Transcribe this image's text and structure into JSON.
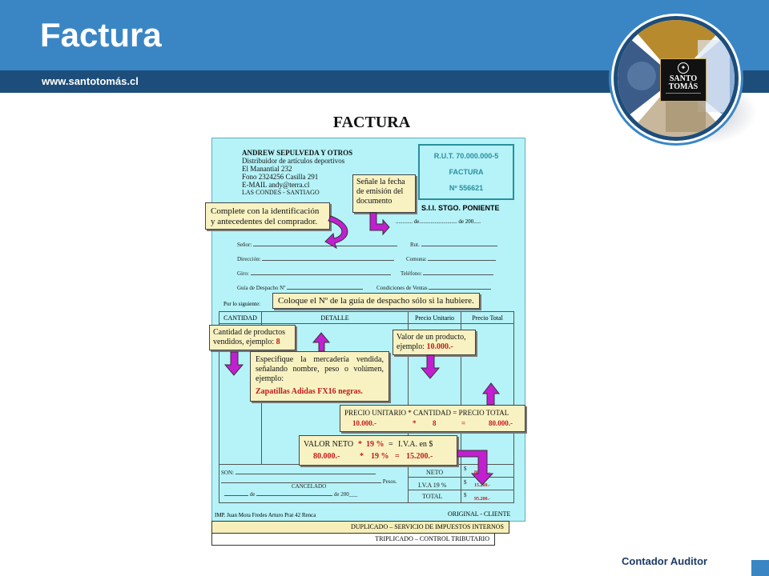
{
  "slide": {
    "title": "Factura",
    "website": "www.santotomás.cl",
    "footer": "Contador Auditor",
    "logo_text": "SANTO TOMÁS"
  },
  "document": {
    "heading": "FACTURA",
    "issuer": {
      "name": "ANDREW SEPULVEDA Y OTROS",
      "line1": "Distribuidor de artículos deportivos",
      "line2": "El Manantial 232",
      "line3": "Fono 2324256    Casilla 291",
      "line4": "E-MAIL  andy@terra.cl",
      "line5": "LAS CONDES - SANTIAGO"
    },
    "rut_box": {
      "rut": "R.U.T. 70.000.000-5",
      "type": "FACTURA",
      "number": "Nº 556621"
    },
    "sii": "S.I.I.   STGO. PONIENTE",
    "date_line": "............ de........................... de 200.....",
    "fields": {
      "senor": "Señor:",
      "rut": "Rut.",
      "direccion": "Dirección:",
      "comuna": "Comuna:",
      "giro": "Giro:",
      "telefono": "Teléfono:",
      "guia": "Guía de Despacho   Nº",
      "condiciones": "Condiciones de Ventas"
    },
    "por_lo_siguiente": "Por lo siguiente:",
    "columns": [
      "CANTIDAD",
      "DETALLE",
      "Precio Unitario",
      "Precio Total"
    ],
    "son": "SON:",
    "pesos": "Pesos.",
    "cancelado": "CANCELADO",
    "de1": "de",
    "de2": "de  200___",
    "totals": {
      "neto": "NETO",
      "iva": "I.V.A 19 %",
      "total": "TOTAL",
      "currency": "$",
      "neto_val": "80.000.-",
      "iva_val": "15.200.-",
      "total_val": "95.200.-"
    },
    "imp": "IMP. Juan Mora  Fredes   Arturo  Prat 42 Renca",
    "original": "ORIGINAL - CLIENTE",
    "duplicado": "DUPLICADO – SERVICIO DE IMPUESTOS INTERNOS",
    "triplicado": "TRIPLICADO – CONTROL TRIBUTARIO"
  },
  "callouts": {
    "fecha": "Señale la fecha de emisión del documento",
    "comprador": "Complete con la identificación y antecedentes del comprador.",
    "guia": "Coloque el Nº de la guía de despacho sólo si la hubiere.",
    "cantidad_text": "Cantidad de productos vendidos, ejemplo:",
    "cantidad_val": "8",
    "valor_text": "Valor de un producto, ejemplo:",
    "valor_val": "10.000.-",
    "detalle_text": "Especifique la mercadería vendida, señalando nombre, peso o volúmen, ejemplo:",
    "detalle_val": "Zapatillas Adidas FX16 negras.",
    "precio_formula": "PRECIO UNITARIO *    CANTIDAD   =   PRECIO  TOTAL",
    "precio_v1": "10.000.-",
    "precio_op1": "*",
    "precio_v2": "8",
    "precio_op2": "=",
    "precio_v3": "80.000.-",
    "neto_label": "VALOR NETO",
    "neto_op1": "*",
    "neto_pct": "19 %",
    "neto_eq": "=",
    "neto_iva": "I.V.A.  en   $",
    "neto_v1": "80.000.-",
    "neto_op2": "*",
    "neto_v2": "19  %",
    "neto_op3": "=",
    "neto_v3": "15.200.-"
  }
}
